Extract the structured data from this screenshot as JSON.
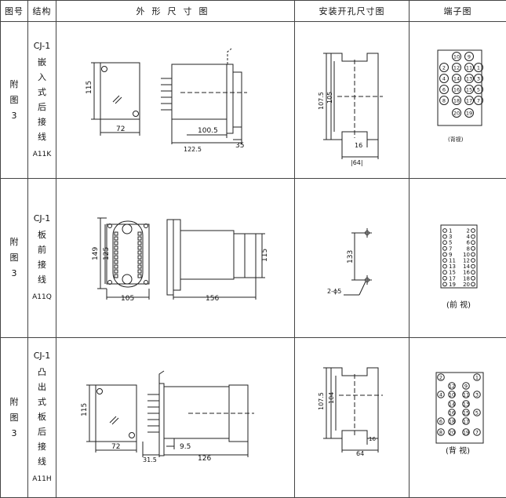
{
  "headers": {
    "fig_no": "图号",
    "structure": "结构",
    "outline": "外形尺寸图",
    "mounting": "安装开孔尺寸图",
    "terminal": "端子图"
  },
  "rows": [
    {
      "fig": [
        "附",
        "图",
        "3"
      ],
      "model": "CJ-1",
      "structure": [
        "嵌",
        "入",
        "式",
        "后",
        "接",
        "线"
      ],
      "code": "A11K",
      "dims": {
        "height": "115",
        "width": "72",
        "depth": "100.5",
        "total": "122.5",
        "rear": "35"
      },
      "mount": {
        "outer": "107.5",
        "inner": "105",
        "gap": "16",
        "width": "|64|"
      },
      "terminal_rows": [
        [
          "10",
          "9"
        ],
        [
          "2",
          "12",
          "11",
          "1"
        ],
        [
          "4",
          "14",
          "13",
          "3"
        ],
        [
          "6",
          "16",
          "15",
          "5"
        ],
        [
          "8",
          "18",
          "17",
          "7"
        ],
        [
          "20",
          "19"
        ]
      ],
      "view": "(背视)"
    },
    {
      "fig": [
        "附",
        "图",
        "3"
      ],
      "model": "CJ-1",
      "structure": [
        "板",
        "前",
        "接",
        "线"
      ],
      "code": "A11Q",
      "dims": {
        "outer": "149",
        "inner": "125",
        "width": "105",
        "depth": "156",
        "height": "115"
      },
      "mount": {
        "pitch": "133",
        "hole": "2-ϕ5"
      },
      "terminal_pairs": [
        [
          "1",
          "2"
        ],
        [
          "3",
          "4"
        ],
        [
          "5",
          "6"
        ],
        [
          "7",
          "8"
        ],
        [
          "9",
          "10"
        ],
        [
          "11",
          "12"
        ],
        [
          "13",
          "14"
        ],
        [
          "15",
          "16"
        ],
        [
          "17",
          "18"
        ],
        [
          "19",
          "20"
        ]
      ],
      "view": "(前 视)"
    },
    {
      "fig": [
        "附",
        "图",
        "3"
      ],
      "model": "CJ-1",
      "structure": [
        "凸",
        "出",
        "式",
        "板",
        "后",
        "接",
        "线"
      ],
      "code": "A11H",
      "dims": {
        "height": "115",
        "width": "72",
        "offset": "9.5",
        "front": "31.5",
        "depth": "126"
      },
      "mount": {
        "outer": "107.5",
        "inner": "104",
        "gap": "16",
        "width": "64"
      },
      "terminal_rows": [
        [
          "2",
          "1"
        ],
        [
          "12",
          "9"
        ],
        [
          "4",
          "10",
          "11",
          "3"
        ],
        [
          "14",
          "13"
        ],
        [
          "16",
          "15",
          "5"
        ],
        [
          "6",
          "18",
          "17"
        ],
        [
          "8",
          "20",
          "19",
          "7"
        ]
      ],
      "view": "(背 视)"
    }
  ]
}
